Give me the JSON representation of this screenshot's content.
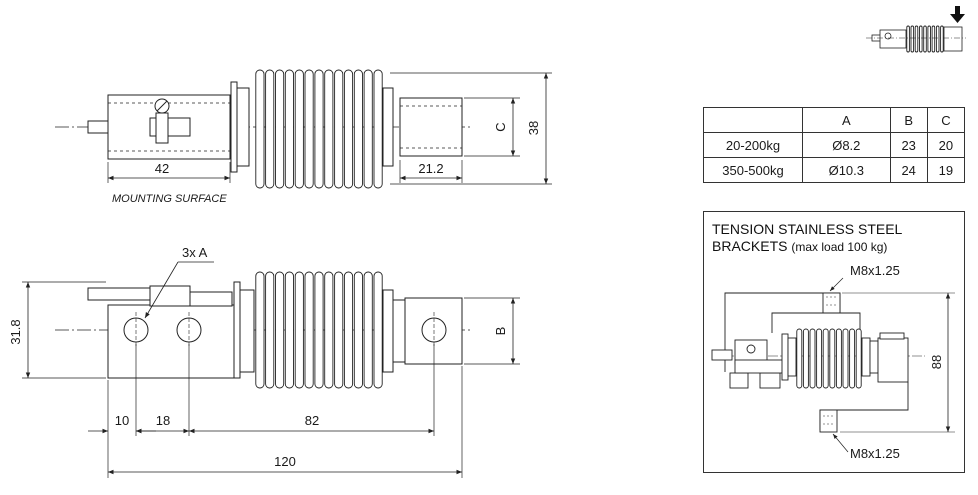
{
  "top_view": {
    "dim_42": "42",
    "dim_21_2": "21.2",
    "dim_C": "C",
    "dim_38": "38",
    "mounting_surface": "MOUNTING SURFACE"
  },
  "front_view": {
    "holes_label": "3x A",
    "dim_31_8": "31.8",
    "dim_B": "B",
    "dim_10": "10",
    "dim_18": "18",
    "dim_82": "82",
    "dim_120": "120"
  },
  "table": {
    "headers": [
      "",
      "A",
      "B",
      "C"
    ],
    "rows": [
      [
        "20-200kg",
        "Ø8.2",
        "23",
        "20"
      ],
      [
        "350-500kg",
        "Ø10.3",
        "24",
        "19"
      ]
    ]
  },
  "bracket": {
    "title_line1": "TENSION STAINLESS STEEL",
    "title_line2": "BRACKETS",
    "title_note": "(max load 100 kg)",
    "thread_top": "M8x1.25",
    "thread_bottom": "M8x1.25",
    "dim_88": "88"
  }
}
